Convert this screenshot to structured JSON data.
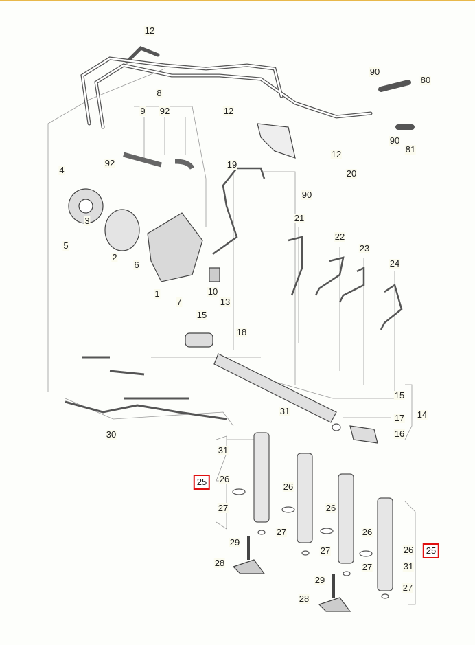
{
  "title": "Fuel injection system parts diagram",
  "highlight_color": "#e01010",
  "callouts": [
    "12",
    "8",
    "9",
    "92",
    "92",
    "12",
    "90",
    "80",
    "90",
    "81",
    "12",
    "20",
    "19",
    "90",
    "4",
    "3",
    "5",
    "2",
    "6",
    "1",
    "7",
    "10",
    "13",
    "21",
    "22",
    "23",
    "24",
    "15",
    "18",
    "15",
    "14",
    "17",
    "16",
    "31",
    "30",
    "31",
    "25",
    "26",
    "27",
    "26",
    "27",
    "26",
    "27",
    "26",
    "27",
    "29",
    "28",
    "29",
    "28",
    "26",
    "25",
    "31",
    "27"
  ]
}
